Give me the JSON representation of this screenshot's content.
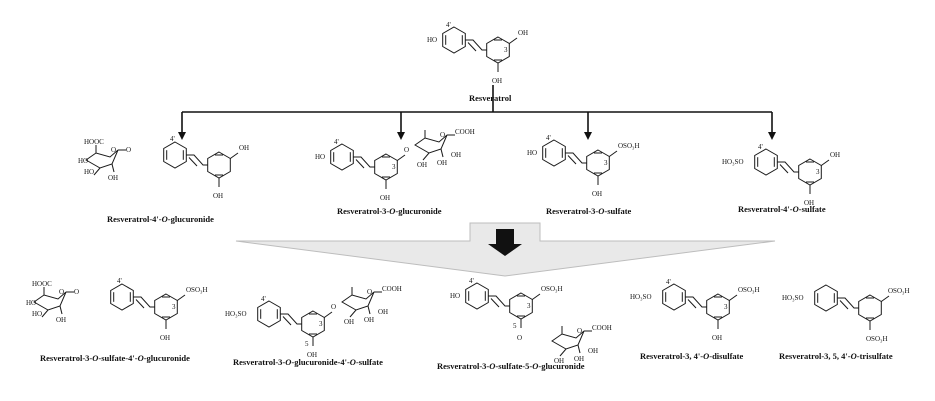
{
  "parent": {
    "name": "Resveratrol",
    "labels": {
      "ho": "HO",
      "oh_top": "OH",
      "oh_bottom": "OH",
      "pos3": "3",
      "pos4": "4'"
    }
  },
  "phase1": [
    {
      "name": "Resveratrol-4'-O-glucuronide",
      "name_parts": [
        "Resveratrol-4'-",
        "O",
        "-glucuronide"
      ],
      "labels": {
        "hooc": "HOOC",
        "o_ring": "O",
        "ho1": "HO",
        "ho2": "HO",
        "oh_sugar": "OH",
        "o_link": "O",
        "pos4": "4'",
        "oh_top": "OH",
        "oh_bottom": "OH"
      }
    },
    {
      "name": "Resveratrol-3-O-glucuronide",
      "name_parts": [
        "Resveratrol-3-",
        "O",
        "-glucuronide"
      ],
      "labels": {
        "ho": "HO",
        "pos4": "4'",
        "o_link": "O",
        "o_ring": "O",
        "cooh": "COOH",
        "oh1": "OH",
        "oh2": "OH",
        "oh3": "OH",
        "pos3": "3",
        "oh_bottom": "OH"
      }
    },
    {
      "name": "Resveratrol-3-O-sulfate",
      "name_parts": [
        "Resveratrol-3-",
        "O",
        "-sulfate"
      ],
      "labels": {
        "ho": "HO",
        "pos4": "4'",
        "oso3h": "OSO₃H",
        "pos3": "3",
        "oh_bottom": "OH"
      }
    },
    {
      "name": "Resveratrol-4'-O-sulfate",
      "name_parts": [
        "Resveratrol-4'-",
        "O",
        "-sulfate"
      ],
      "labels": {
        "ho3so": "HO₃SO",
        "pos4": "4'",
        "oh_top": "OH",
        "pos3": "3",
        "oh_bottom": "OH"
      }
    }
  ],
  "phase2": [
    {
      "name": "Resveratrol-3-O-sulfate-4'-O-glucuronide",
      "name_parts": [
        "Resveratrol-3-",
        "O",
        "-sulfate-4'-",
        "O",
        "-glucuronide"
      ],
      "labels": {
        "hooc": "HOOC",
        "o_ring": "O",
        "ho1": "HO",
        "ho2": "HO",
        "oh_sugar": "OH",
        "o_link": "O",
        "pos4": "4'",
        "oso3h": "OSO₃H",
        "pos3": "3",
        "oh_bottom": "OH"
      }
    },
    {
      "name": "Resveratrol-3-O-glucuronide-4'-O-sulfate",
      "name_parts": [
        "Resveratrol-3-",
        "O",
        "-glucuronide-4'-",
        "O",
        "-sulfate"
      ],
      "labels": {
        "ho3so": "HO₃SO",
        "pos4": "4'",
        "o_link": "O",
        "o_ring": "O",
        "cooh": "COOH",
        "oh1": "OH",
        "oh2": "OH",
        "oh3": "OH",
        "pos3": "3",
        "pos5": "5",
        "oh_bottom": "OH"
      }
    },
    {
      "name": "Resveratrol-3-O-sulfate-5-O-glucuronide",
      "name_parts": [
        "Resveratrol-3-",
        "O",
        "-sulfate-5-",
        "O",
        "-glucuronide"
      ],
      "labels": {
        "ho": "HO",
        "pos4": "4'",
        "oso3h": "OSO₃H",
        "pos3": "3",
        "pos5": "5",
        "o_link": "O",
        "o_ring": "O",
        "cooh": "COOH",
        "oh1": "OH",
        "oh2": "OH",
        "oh3": "OH"
      }
    },
    {
      "name": "Resveratrol-3, 4'-O-disulfate",
      "name_parts": [
        "Resveratrol-3, 4'-",
        "O",
        "-disulfate"
      ],
      "labels": {
        "ho3so": "HO₃SO",
        "pos4": "4'",
        "oso3h": "OSO₃H",
        "pos3": "3",
        "oh_bottom": "OH"
      }
    },
    {
      "name": "Resveratrol-3, 5, 4'-O-trisulfate",
      "name_parts": [
        "Resveratrol-3, 5, 4'-",
        "O",
        "-trisulfate"
      ],
      "labels": {
        "ho3so": "HO₃SO",
        "oso3h_top": "OSO₃H",
        "oso3h_bottom": "OSO₃H"
      }
    }
  ]
}
